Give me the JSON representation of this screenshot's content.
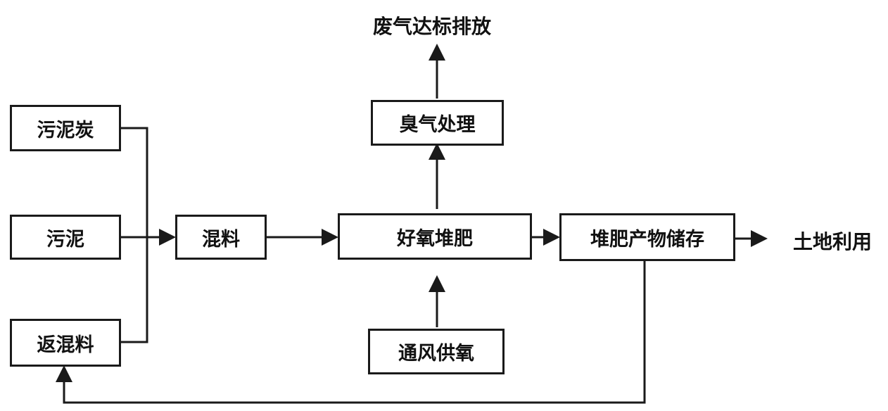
{
  "nodes": {
    "sludge_char": "污泥炭",
    "sludge": "污泥",
    "return_mix": "返混料",
    "mixing": "混料",
    "aerobic_compost": "好氧堆肥",
    "odor_treatment": "臭气处理",
    "aeration": "通风供氧",
    "product_storage": "堆肥产物储存"
  },
  "outputs": {
    "exhaust": "废气达标排放",
    "land_use": "土地利用"
  },
  "colors": {
    "line": "#1a1a1a",
    "text": "#111111",
    "background": "#ffffff"
  }
}
